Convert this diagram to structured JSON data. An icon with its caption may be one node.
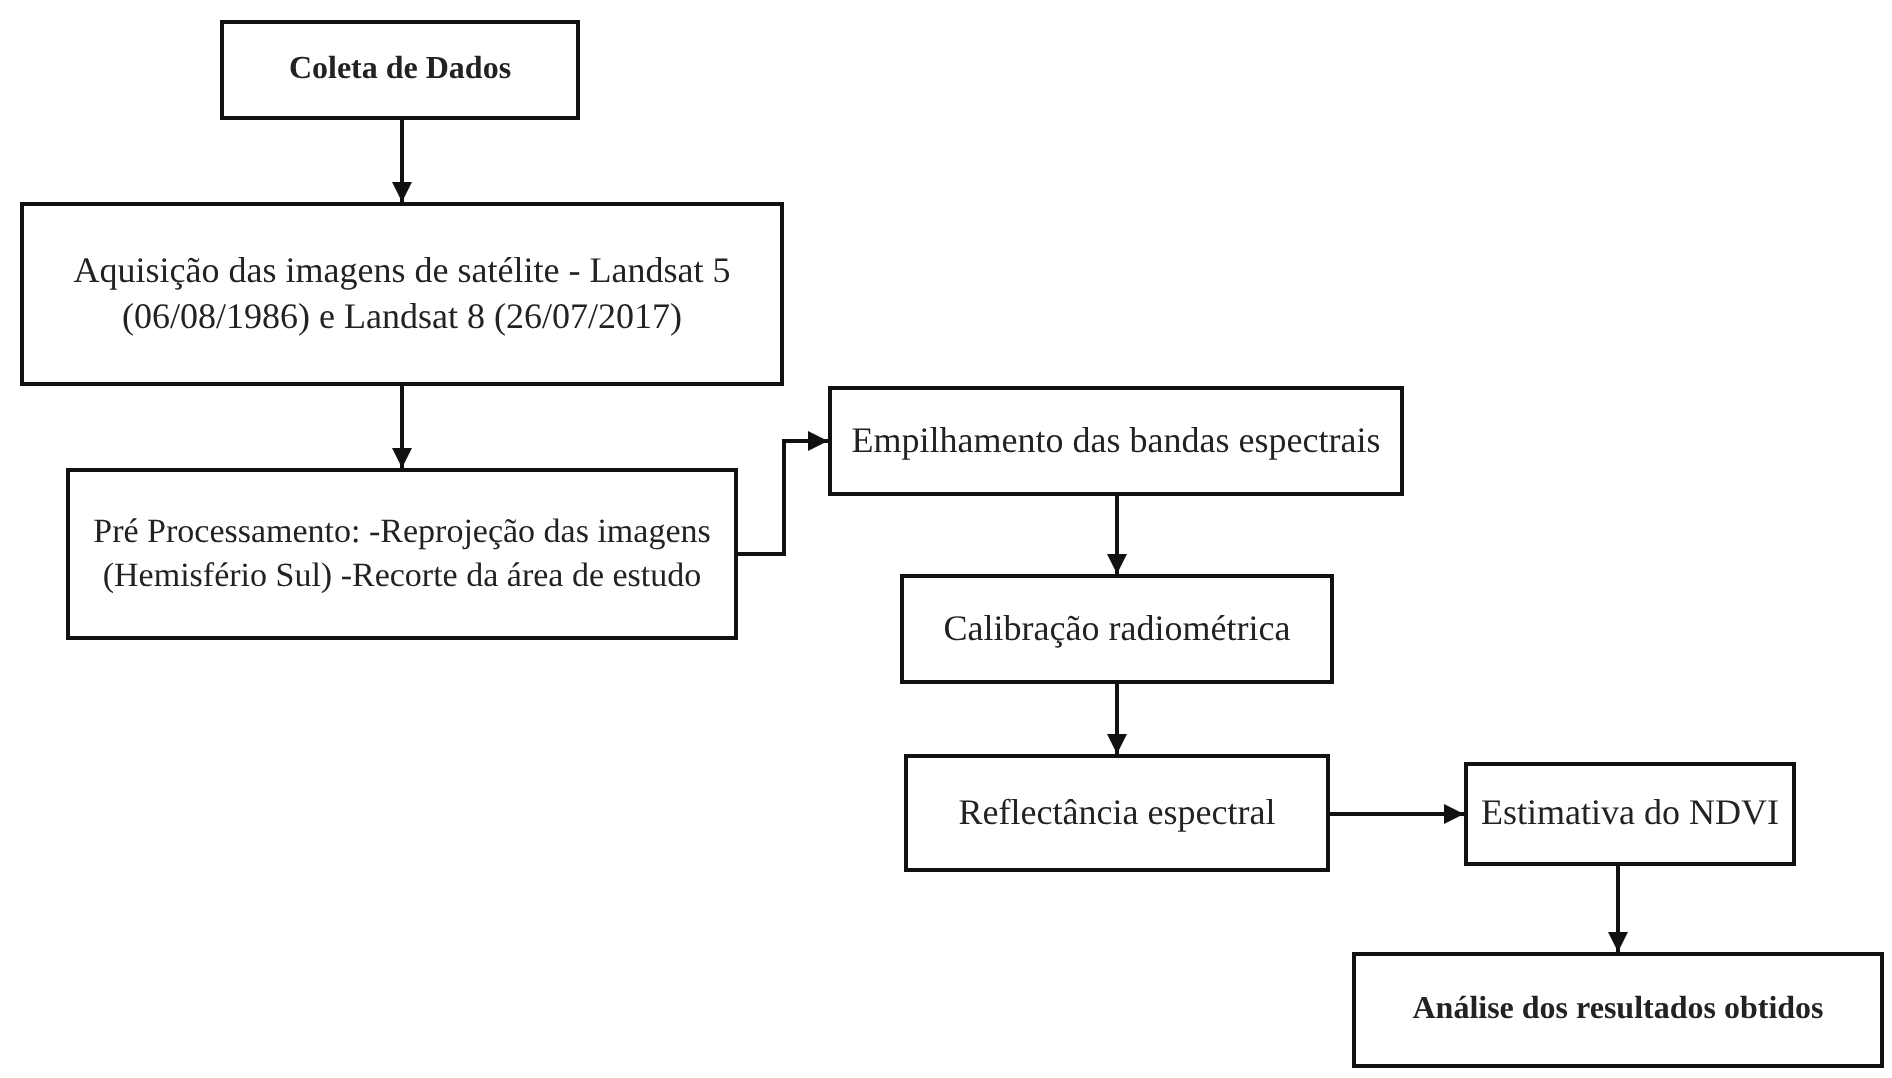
{
  "diagram": {
    "nodes": [
      {
        "text": [
          "Coleta de Dados"
        ]
      },
      {
        "text": [
          "Aquisição das imagens de satélite - Landsat 5 (06/08/1986) e Landsat 8 (26/07/2017)"
        ]
      },
      {
        "text": [
          "Pré Processamento: -Reprojeção das imagens (Hemisfério Sul) -Recorte da área de estudo"
        ]
      },
      {
        "text": [
          "Empilhamento das bandas espectrais"
        ]
      },
      {
        "text": [
          "Calibração radiométrica"
        ]
      },
      {
        "text": [
          "Reflectância espectral"
        ]
      },
      {
        "text": [
          "Estimativa do NDVI"
        ]
      },
      {
        "text": [
          "Análise dos resultados obtidos"
        ]
      }
    ],
    "edges": [
      {
        "from": 0,
        "to": 1,
        "arrow": "to"
      },
      {
        "from": 1,
        "to": 2,
        "arrow": "to"
      },
      {
        "from": 2,
        "to": 3,
        "arrow": "to"
      },
      {
        "from": 3,
        "to": 4,
        "arrow": "to"
      },
      {
        "from": 4,
        "to": 5,
        "arrow": "to"
      },
      {
        "from": 5,
        "to": 6,
        "arrow": "to"
      },
      {
        "from": 6,
        "to": 7,
        "arrow": "to"
      }
    ]
  }
}
